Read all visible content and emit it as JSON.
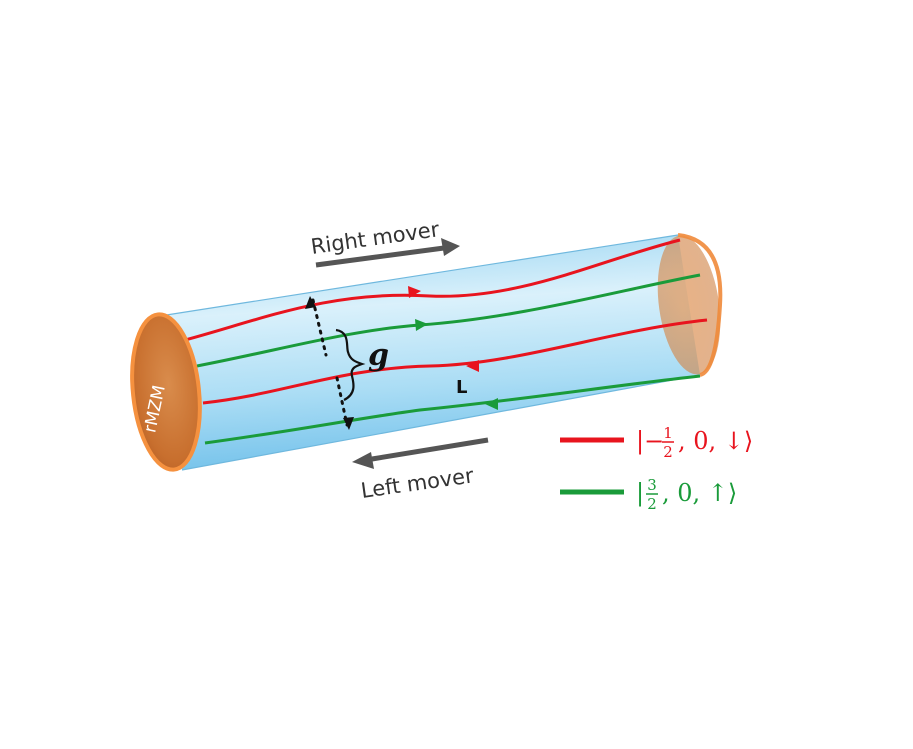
{
  "labels": {
    "right_mover": "Right mover",
    "left_mover": "Left mover",
    "coupling": "g",
    "length": "L",
    "end_cap": "rMZM"
  },
  "legend": [
    {
      "color": "#e8141e",
      "prefix": "|−",
      "num": "1",
      "den": "2",
      "suffix": ", 0, ↓⟩"
    },
    {
      "color": "#1a9b3a",
      "prefix": "|",
      "num": "3",
      "den": "2",
      "suffix": ", 0, ↑⟩"
    }
  ],
  "colors": {
    "spin_down": "#e8141e",
    "spin_up": "#1a9b3a",
    "wire_body": "#9fd6f3",
    "end_cap": "#f08a3a",
    "arrow": "#555555"
  }
}
